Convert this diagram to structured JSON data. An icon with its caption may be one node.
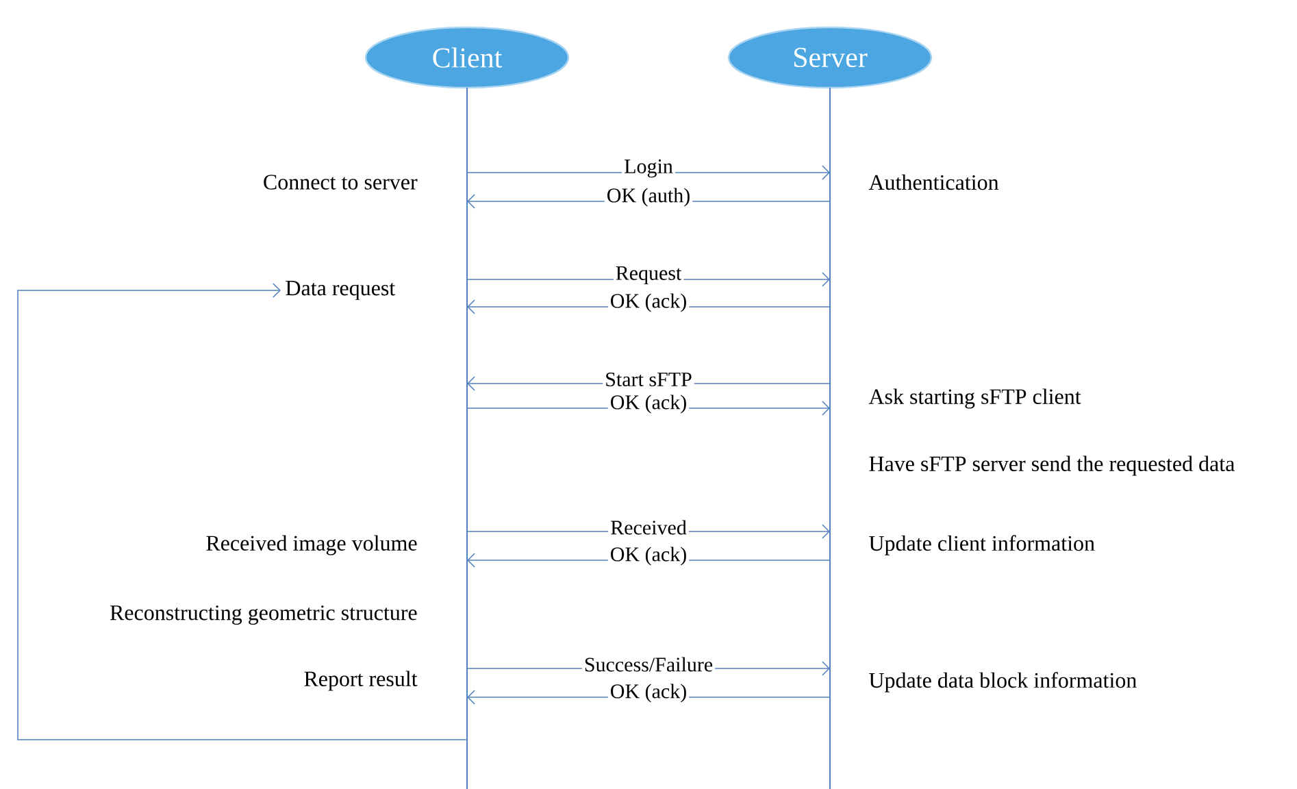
{
  "diagram": {
    "nodes": [
      {
        "text": [
          "Client"
        ]
      },
      {
        "text": [
          "Server"
        ]
      },
      {
        "text": [],
        "shape": "bar"
      },
      {
        "text": [],
        "shape": "bar"
      },
      {
        "text": [
          "Data request"
        ]
      }
    ],
    "edges": [
      {
        "from": 2,
        "to": 3,
        "arrow": "to",
        "label": "Login"
      },
      {
        "from": 3,
        "to": 2,
        "arrow": "to",
        "label": "OK (auth)"
      },
      {
        "from": 2,
        "to": 3,
        "arrow": "to",
        "label": "Request"
      },
      {
        "from": 3,
        "to": 2,
        "arrow": "to",
        "label": "OK (ack)"
      },
      {
        "from": 3,
        "to": 2,
        "arrow": "to",
        "label": "Start sFTP"
      },
      {
        "from": 2,
        "to": 3,
        "arrow": "to",
        "label": "OK (ack)"
      },
      {
        "from": 2,
        "to": 3,
        "arrow": "to",
        "label": "Received"
      },
      {
        "from": 3,
        "to": 2,
        "arrow": "to",
        "label": "OK (ack)"
      },
      {
        "from": 2,
        "to": 3,
        "arrow": "to",
        "label": "Success/Failure"
      },
      {
        "from": 3,
        "to": 2,
        "arrow": "to",
        "label": "OK (ack)"
      },
      {
        "from": 2,
        "to": 4,
        "arrow": "to"
      }
    ],
    "labels": [
      "Connect to server",
      "Authentication",
      "Ask starting sFTP client",
      "Have sFTP server send the requested data",
      "Received image volume",
      "Update client information",
      "Reconstructing geometric structure",
      "Report result",
      "Update data block information"
    ]
  }
}
